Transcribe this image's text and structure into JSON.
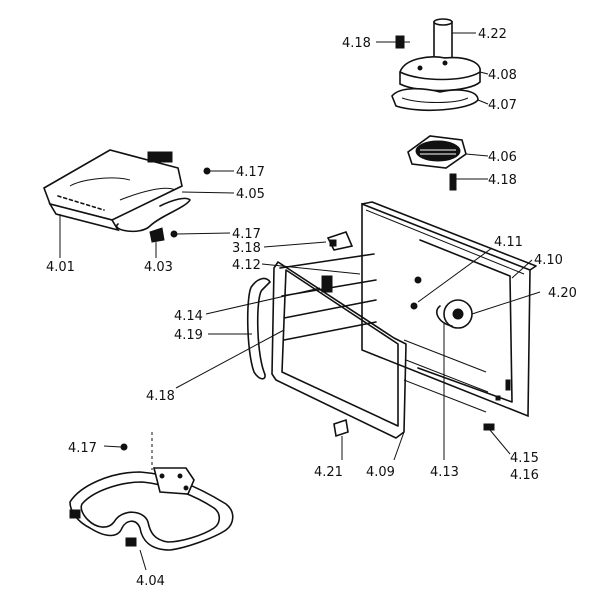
{
  "parts": {
    "p401": "4.01",
    "p403": "4.03",
    "p404": "4.04",
    "p405": "4.05",
    "p406": "4.06",
    "p407": "4.07",
    "p408": "4.08",
    "p409": "4.09",
    "p410": "4.10",
    "p411": "4.11",
    "p412": "4.12",
    "p413": "4.13",
    "p414": "4.14",
    "p417a": "4.17",
    "p417b": "4.17",
    "p417c": "4.17",
    "p418a": "4.18",
    "p418b": "4.18",
    "p418c": "4.18",
    "p419": "4.19",
    "p420": "4.20",
    "p421": "4.21",
    "p422": "4.22",
    "p415": "4.15",
    "p416": "4.16",
    "p318": "3.18"
  }
}
